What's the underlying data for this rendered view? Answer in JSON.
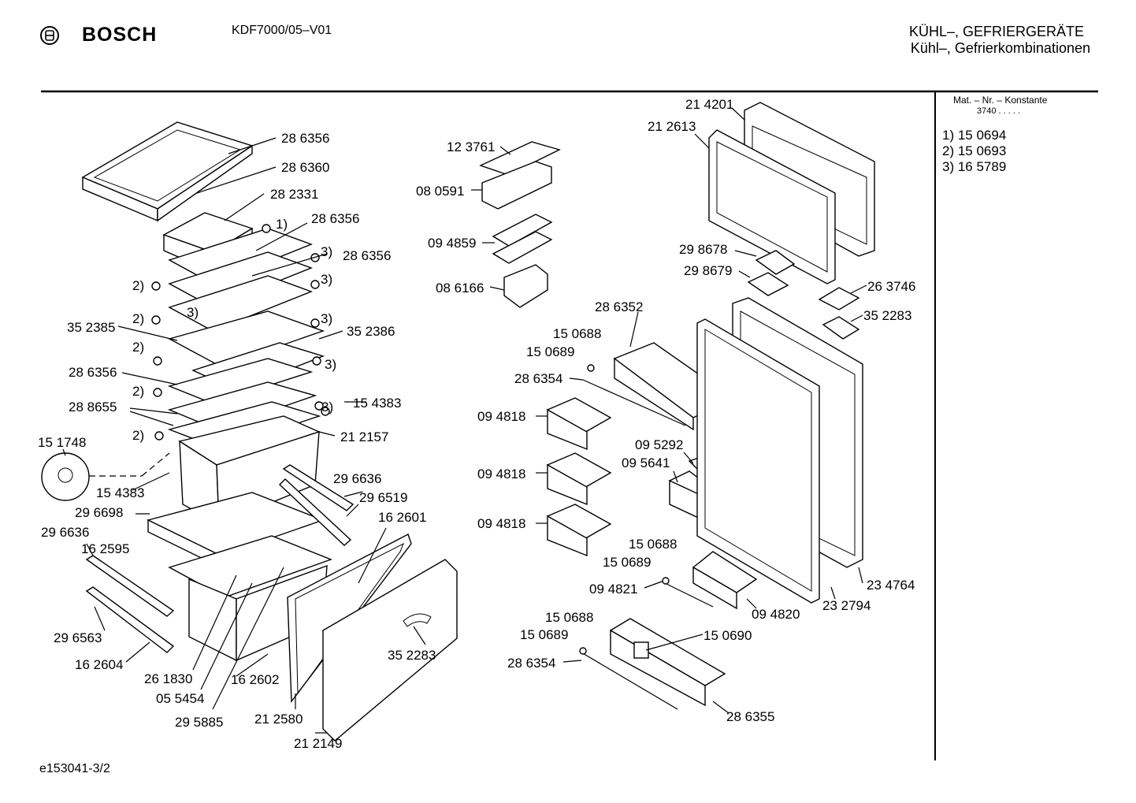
{
  "header": {
    "brand": "BOSCH",
    "model": "KDF7000/05–V01",
    "category_line1": "KÜHL–, GEFRIERGERÄTE",
    "category_line2": "Kühl–, Gefrierkombinationen"
  },
  "sidebar": {
    "heading": "Mat. – Nr. – Konstante",
    "constant": "3740  .  .  .  .  .",
    "notes": [
      "1)  15 0694",
      "2)  15 0693",
      "3)  16 5789"
    ]
  },
  "footer": {
    "drawing_id": "e153041-3/2"
  },
  "labels": [
    "28 6356",
    "28 6360",
    "28 2331",
    "1)",
    "28 6356",
    "3)",
    "28 6356",
    "3)",
    "2)",
    "3)",
    "2)",
    "3)",
    "35 2385",
    "2)",
    "35 2386",
    "3)",
    "28 6356",
    "2)",
    "28 8655",
    "3)",
    "15 4383",
    "2)",
    "21 2157",
    "15 1748",
    "15 4383",
    "29 6636",
    "29 6519",
    "29 6698",
    "16 2601",
    "29 6636",
    "16 2595",
    "29 6563",
    "16 2604",
    "26 1830",
    "05 5454",
    "16 2602",
    "29 5885",
    "21 2580",
    "21 2149",
    "35 2283",
    "12 3761",
    "08 0591",
    "09 4859",
    "08 6166",
    "21 4201",
    "21 2613",
    "29 8678",
    "29 8679",
    "26 3746",
    "35 2283",
    "28 6352",
    "15 0688",
    "15 0689",
    "28 6354",
    "09 4818",
    "09 4818",
    "09 4818",
    "09 5292",
    "09 5641",
    "15 0688",
    "15 0689",
    "09 4821",
    "09 4820",
    "23 4764",
    "23 2794",
    "15 0688",
    "15 0689",
    "28 6354",
    "15 0690",
    "28 6355"
  ]
}
